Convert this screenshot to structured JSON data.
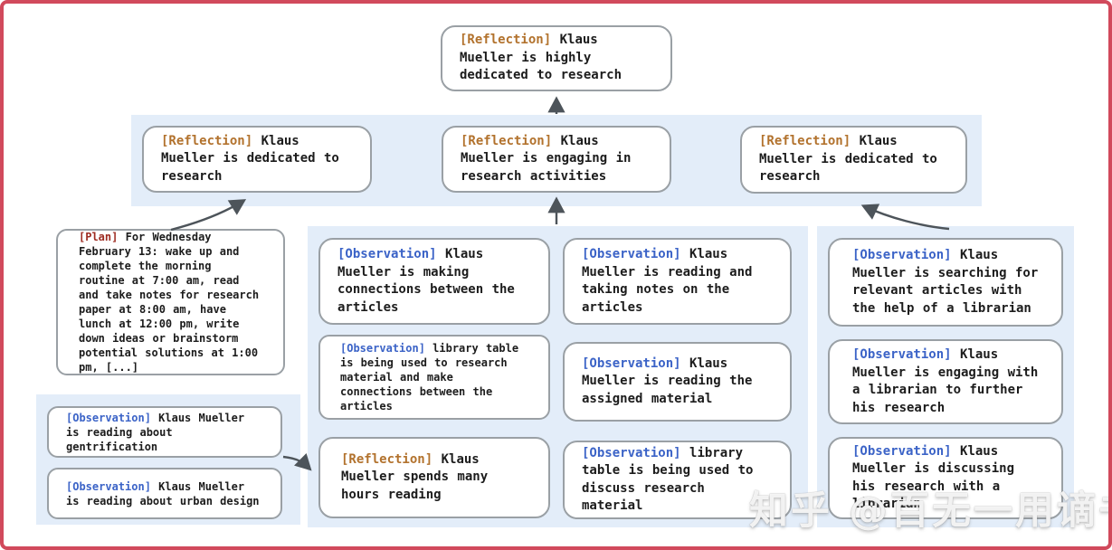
{
  "colors": {
    "frame_border": "#d14a5c",
    "band_background": "#e3edf9",
    "node_border": "#9aa0a5",
    "reflection_tag": "#b2722d",
    "observation_tag": "#3b63c7",
    "plan_tag": "#9e2c22",
    "body_text": "#1c1c1c",
    "arrow": "#4d545a"
  },
  "watermark": {
    "text": "知乎 @百无一用谪书生"
  },
  "nodes": {
    "root": {
      "tag": "[Reflection]",
      "text": "Klaus Mueller is highly dedicated to research"
    },
    "refl_left": {
      "tag": "[Reflection]",
      "text": "Klaus Mueller is dedicated to research"
    },
    "refl_mid": {
      "tag": "[Reflection]",
      "text": "Klaus Mueller is engaging in research activities"
    },
    "refl_right": {
      "tag": "[Reflection]",
      "text": "Klaus Mueller is dedicated to research"
    },
    "plan": {
      "tag": "[Plan]",
      "text": "For Wednesday February 13: wake up and complete the morning routine at 7:00 am, read and take notes for research paper at 8:00 am, have lunch at 12:00 pm, write down ideas or brainstorm potential solutions at 1:00 pm, [...]"
    },
    "obs_gentrification": {
      "tag": "[Observation]",
      "text": "Klaus Mueller is reading about gentrification"
    },
    "obs_urban_design": {
      "tag": "[Observation]",
      "text": "Klaus Mueller is reading about urban design"
    },
    "obs_connections": {
      "tag": "[Observation]",
      "text": "Klaus Mueller is making connections between the articles"
    },
    "obs_library_research": {
      "tag": "[Observation]",
      "text": "library table is being used to research material and make connections between the articles"
    },
    "refl_hours_reading": {
      "tag": "[Reflection]",
      "text": "Klaus Mueller spends many hours reading"
    },
    "obs_taking_notes": {
      "tag": "[Observation]",
      "text": "Klaus Mueller is reading and taking notes on the articles"
    },
    "obs_assigned_material": {
      "tag": "[Observation]",
      "text": "Klaus Mueller is reading the assigned material"
    },
    "obs_library_discuss": {
      "tag": "[Observation]",
      "text": "library table is being used to discuss research material"
    },
    "obs_searching_articles": {
      "tag": "[Observation]",
      "text": "Klaus Mueller is searching for relevant articles with the help of a librarian"
    },
    "obs_engaging_librarian": {
      "tag": "[Observation]",
      "text": "Klaus Mueller is engaging with a librarian to further his research"
    },
    "obs_discussing_research": {
      "tag": "[Observation]",
      "text": "Klaus Mueller is discussing his research with a librarian"
    }
  }
}
